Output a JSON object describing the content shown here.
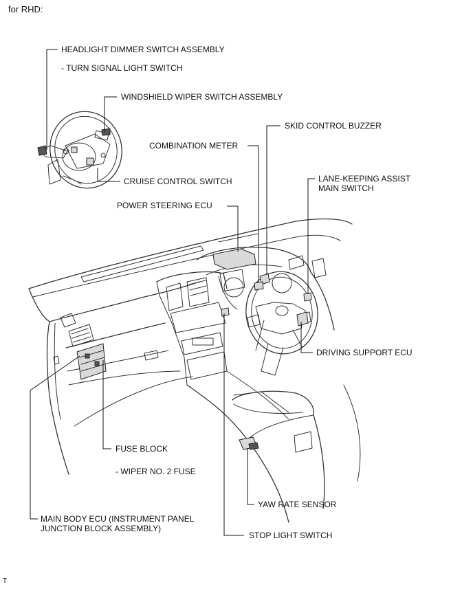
{
  "header": {
    "title": "for RHD:"
  },
  "labels": {
    "headlight_dimmer": "HEADLIGHT DIMMER SWITCH ASSEMBLY",
    "turn_signal": "- TURN SIGNAL LIGHT SWITCH",
    "windshield_wiper": "WINDSHIELD WIPER SWITCH ASSEMBLY",
    "skid_control_buzzer": "SKID CONTROL BUZZER",
    "combination_meter": "COMBINATION METER",
    "lane_keeping_1": "LANE-KEEPING ASSIST",
    "lane_keeping_2": "MAIN SWITCH",
    "cruise_control": "CRUISE CONTROL SWITCH",
    "power_steering_ecu": "POWER STEERING ECU",
    "driving_support_ecu": "DRIVING SUPPORT ECU",
    "fuse_block": "FUSE BLOCK",
    "wiper_fuse": "- WIPER NO. 2 FUSE",
    "yaw_rate_sensor": "YAW RATE SENSOR",
    "main_body_ecu_1": "MAIN BODY ECU (INSTRUMENT PANEL",
    "main_body_ecu_2": "JUNCTION BLOCK ASSEMBLY)",
    "stop_light_switch": "STOP LIGHT SWITCH"
  },
  "footer": {
    "code": "T"
  }
}
